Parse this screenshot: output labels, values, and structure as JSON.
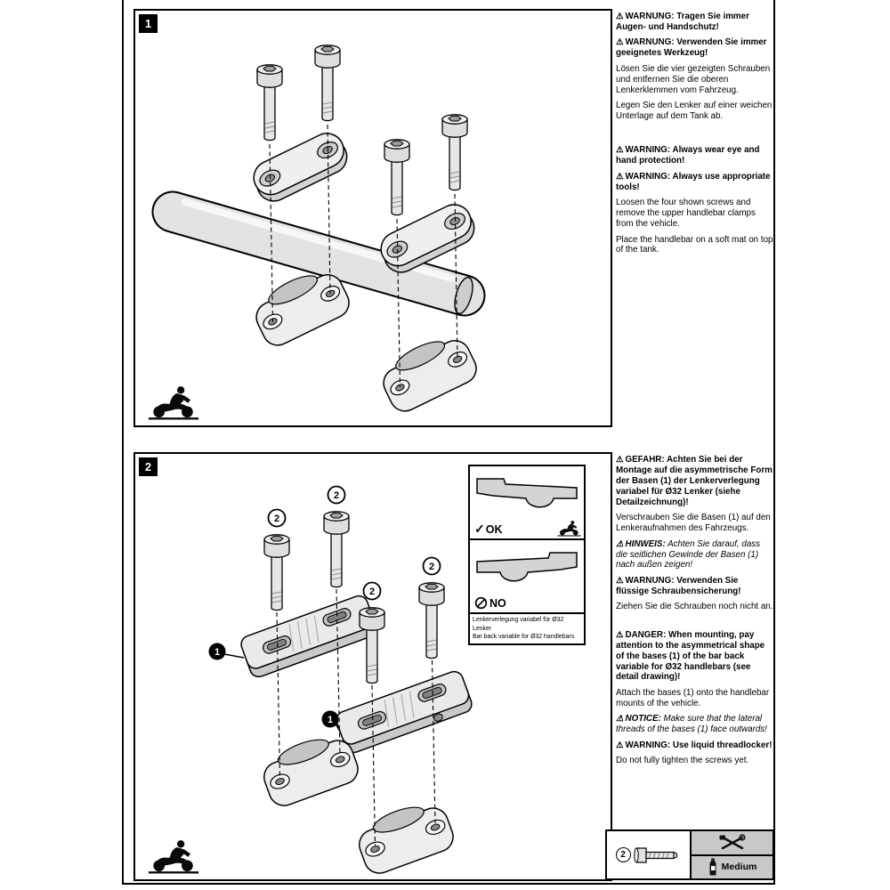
{
  "icons": {
    "warning": "⚠",
    "check": "✓"
  },
  "steps": {
    "step1": {
      "badge": "1",
      "de": {
        "warn1": "WARNUNG: Tragen Sie immer Augen- und Handschutz!",
        "warn2": "WARNUNG: Verwenden Sie immer geeignetes Werkzeug!",
        "p1": "Lösen Sie die vier gezeigten Schrauben und entfernen Sie die oberen Lenkerklemmen vom Fahrzeug.",
        "p2": "Legen Sie den Lenker auf einer weichen Unterlage auf dem Tank ab."
      },
      "en": {
        "warn1": "WARNING: Always wear eye and hand protection!",
        "warn2": "WARNING: Always use appropriate tools!",
        "p1": "Loosen the four shown screws and remove the upper handlebar clamps from the vehicle.",
        "p2": "Place the handlebar on a soft mat on top of the tank."
      }
    },
    "step2": {
      "badge": "2",
      "de": {
        "danger": "GEFAHR: Achten Sie bei der Montage auf die asymmetrische Form der Basen (1) der Lenkerverlegung variabel für Ø32 Lenker (siehe Detailzeichnung)!",
        "p1": "Verschrauben Sie die Basen (1) auf den Lenkeraufnahmen des Fahrzeugs.",
        "notice_label": "HINWEIS:",
        "notice": "Achten Sie darauf, dass die seitlichen Gewinde der Basen (1) nach außen zeigen!",
        "warn": "WARNUNG: Verwenden Sie flüssige Schraubensicherung!",
        "p2": "Ziehen Sie die Schrauben noch nicht an."
      },
      "en": {
        "danger": "DANGER: When mounting, pay attention to the asymmetrical shape of the bases (1) of the bar back variable for Ø32 handlebars (see detail drawing)!",
        "p1": "Attach the bases (1) onto the handlebar mounts of the vehicle.",
        "notice_label": "NOTICE:",
        "notice": "Make sure that the lateral threads of the bases (1) face outwards!",
        "warn": "WARNING: Use liquid threadlocker!",
        "p2": "Do not fully tighten the screws yet."
      },
      "callouts": {
        "base": "1",
        "screw": "2"
      },
      "inset": {
        "ok": "OK",
        "no": "NO",
        "caption_de": "Lenkerverlegung variabel für Ø32 Lenker",
        "caption_en": "Bar back variable for Ø32 handlebars"
      }
    }
  },
  "footer": {
    "screw_callout": "2",
    "threadlocker": "Medium"
  }
}
